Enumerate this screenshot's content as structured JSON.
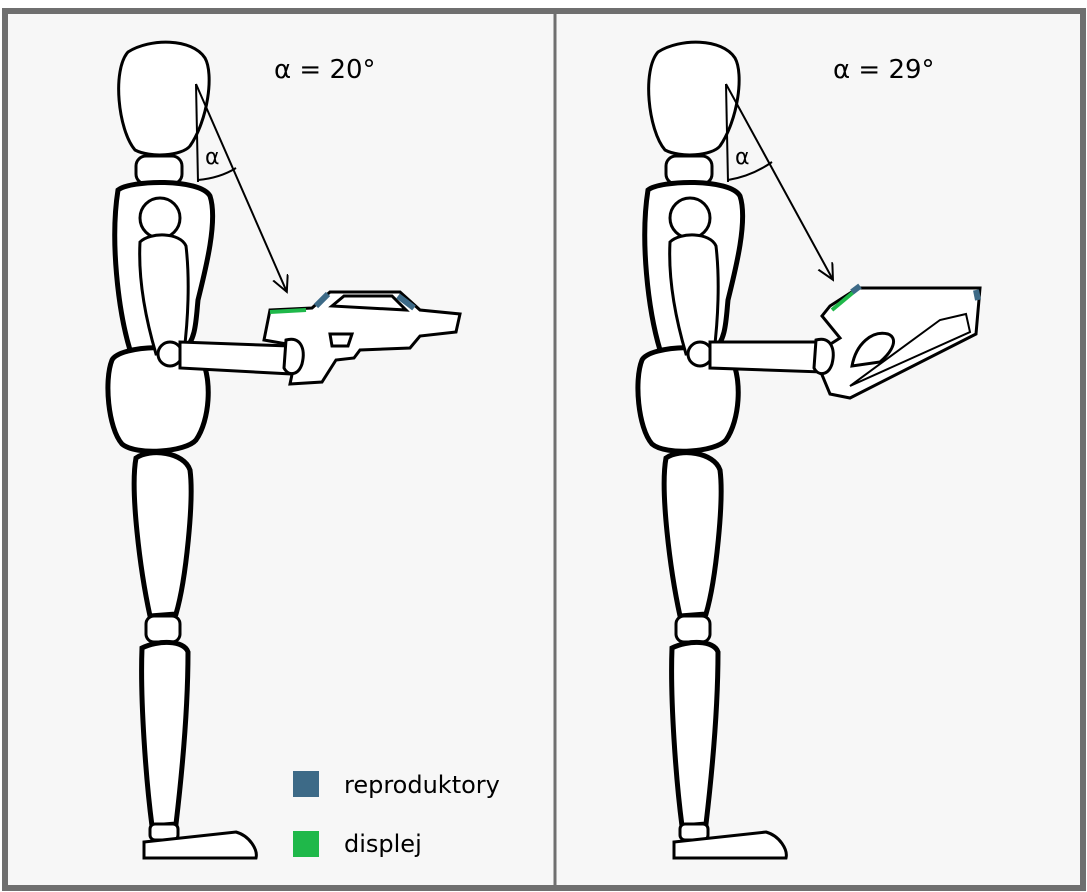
{
  "panels": [
    {
      "angle_label": "α = 20°",
      "alpha_symbol": "α",
      "device": "handheld-scanner-horizontal"
    },
    {
      "angle_label": "α = 29°",
      "alpha_symbol": "α",
      "device": "handheld-scanner-tilted"
    }
  ],
  "legend": {
    "items": [
      {
        "label": "reproduktory",
        "color": "#3d6a87"
      },
      {
        "label": "displej",
        "color": "#1fb84a"
      }
    ]
  },
  "colors": {
    "frame": "#6f6f6f",
    "background": "#f7f7f7",
    "outline": "#000000",
    "fill": "#ffffff"
  }
}
